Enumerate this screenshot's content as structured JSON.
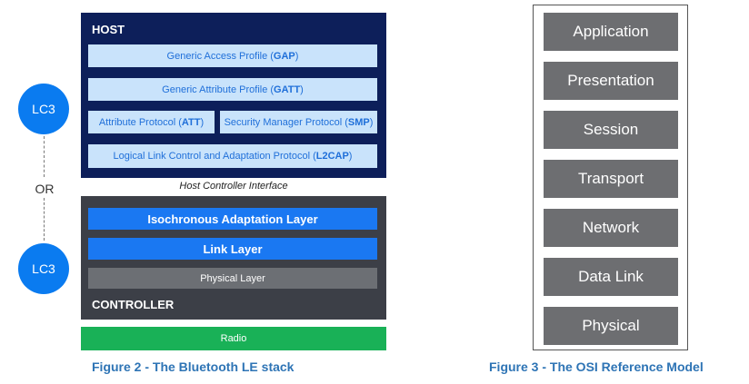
{
  "ble_stack": {
    "host_title": "HOST",
    "gap": {
      "text": "Generic Access Profile (",
      "abbr": "GAP",
      "end": ")"
    },
    "gatt": {
      "text": "Generic Attribute Profile (",
      "abbr": "GATT",
      "end": ")"
    },
    "att": {
      "text": "Attribute Protocol (",
      "abbr": "ATT",
      "end": ")"
    },
    "smp": {
      "text": "Security Manager Protocol (",
      "abbr": "SMP",
      "end": ")"
    },
    "l2cap": {
      "text": "Logical Link Control and Adaptation Protocol (",
      "abbr": "L2CAP",
      "end": ")"
    },
    "hci_label": "Host Controller Interface",
    "iso_layer": "Isochronous Adaptation Layer",
    "link_layer": "Link Layer",
    "physical_layer": "Physical Layer",
    "controller_title": "CONTROLLER",
    "radio": "Radio",
    "lc3_top": "LC3",
    "lc3_bottom": "LC3",
    "or_label": "OR",
    "caption": "Figure 2 - The Bluetooth LE stack"
  },
  "osi_model": {
    "layers": [
      "Application",
      "Presentation",
      "Session",
      "Transport",
      "Network",
      "Data Link",
      "Physical"
    ],
    "caption": "Figure 3 - The OSI Reference Model"
  },
  "colors": {
    "host_bg": "#0d1f5a",
    "host_bar_bg": "#c9e3fb",
    "host_bar_text": "#1f6fd9",
    "controller_bg": "#3c3f47",
    "controller_bar": "#1a78f2",
    "physical_bar": "#6c6f74",
    "radio": "#19b157",
    "lc3": "#0a7bf0",
    "osi_layer": "#6d6e71",
    "caption": "#2e74b5"
  }
}
